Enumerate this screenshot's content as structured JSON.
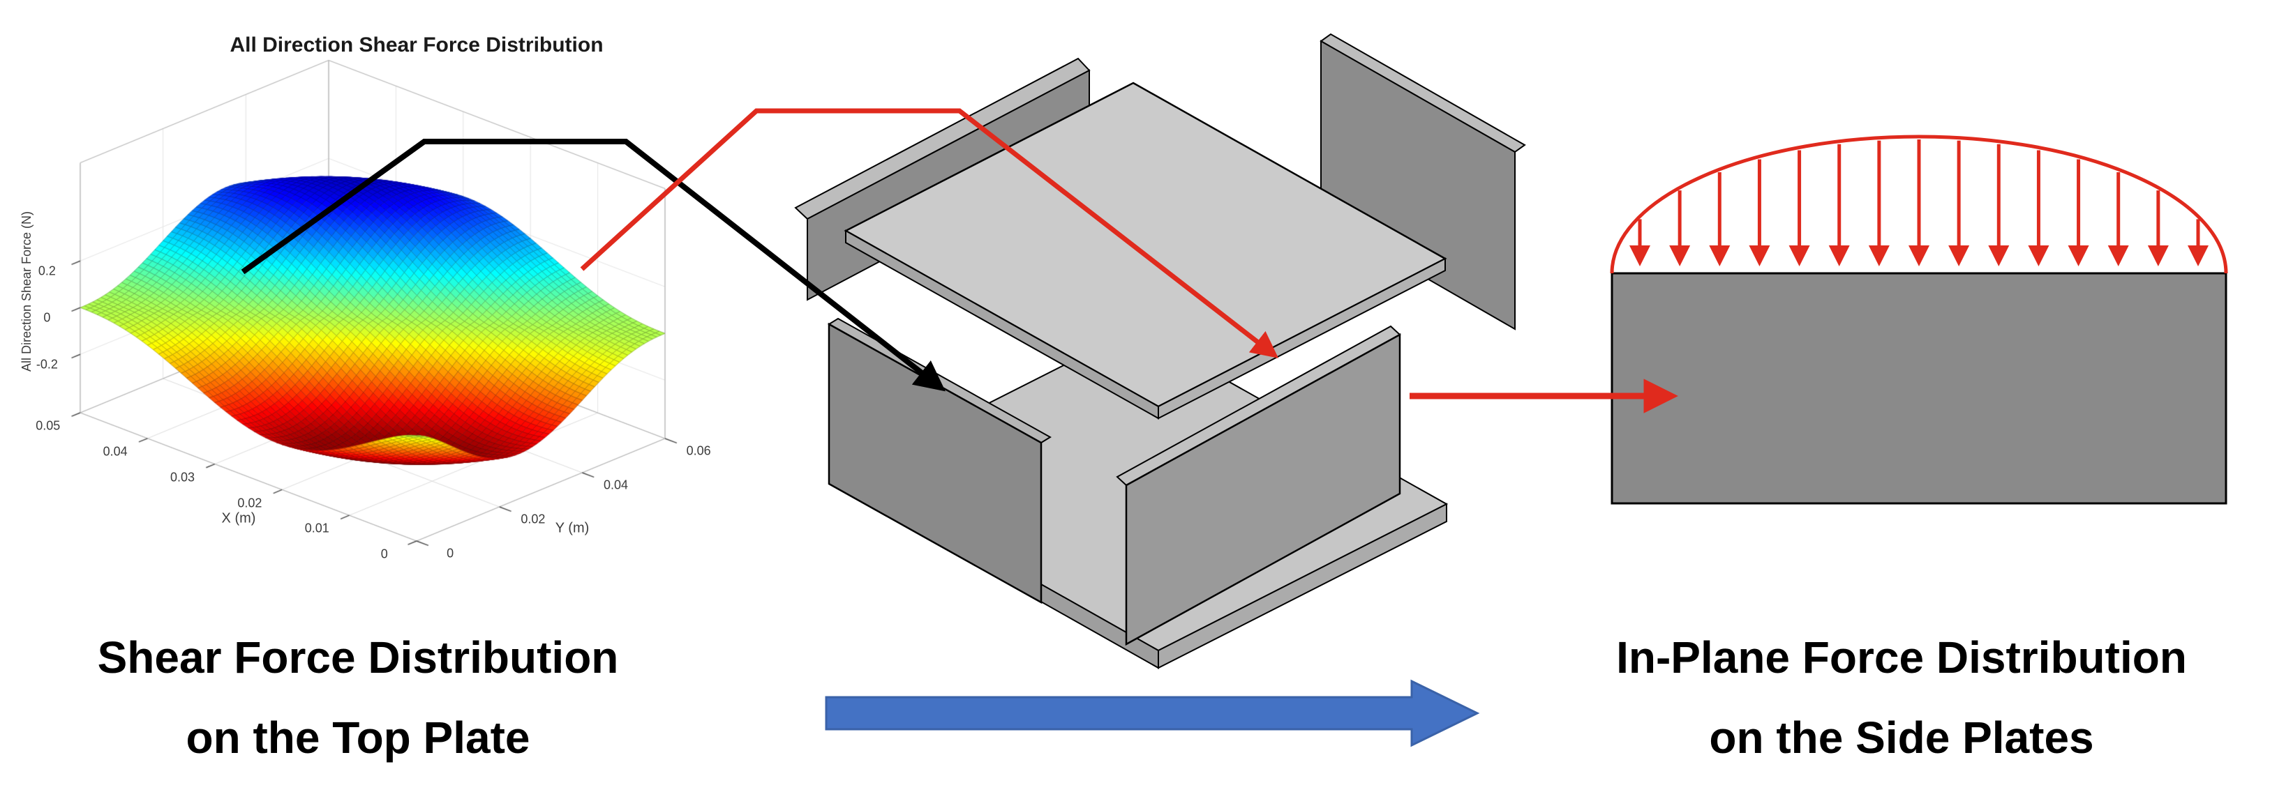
{
  "colors": {
    "red": "#E02A1D",
    "blue_arrow_fill": "#4472C4",
    "blue_arrow_edge": "#3A62A8",
    "plate_light": "#CBCBCB",
    "plate_medium": "#9A9A9A",
    "plate_dark": "#8C8C8C",
    "side_plate_fill": "#8A8A8A",
    "outline": "#000000"
  },
  "chart_data": {
    "type": "surface",
    "title": "All Direction Shear Force Distribution",
    "xlabel": "X (m)",
    "ylabel": "Y (m)",
    "zlabel": "All Direction Shear Force (N)",
    "xlim": [
      0,
      0.05
    ],
    "ylim": [
      0,
      0.06
    ],
    "zlim": [
      -0.3,
      0.3
    ],
    "x_ticks": [
      0,
      0.01,
      0.02,
      0.03,
      0.04,
      0.05
    ],
    "x_tick_labels": [
      "0",
      "0.01",
      "0.02",
      "0.03",
      "0.04",
      "0.05"
    ],
    "y_ticks": [
      0,
      0.02,
      0.04,
      0.06
    ],
    "y_tick_labels": [
      "0",
      "0.02",
      "0.04",
      "0.06"
    ],
    "z_ticks": [
      -0.2,
      0,
      0.2
    ],
    "z_tick_labels": [
      "-0.2",
      "0",
      "0.2"
    ],
    "colormap": "jet",
    "surface": "alternating positive/negative shear-force lobes (saddle), peak magnitude about 0.3 N",
    "view": "3-D view, azimuth about -37.5 deg, elevation about 30 deg",
    "grid": true
  },
  "captions": {
    "left": {
      "line1": "Shear Force Distribution",
      "line2": "on the Top Plate"
    },
    "right": {
      "line1": "In-Plane Force Distribution",
      "line2": "on the Side Plates"
    }
  },
  "load_diagram": {
    "arrow_count": 15
  }
}
